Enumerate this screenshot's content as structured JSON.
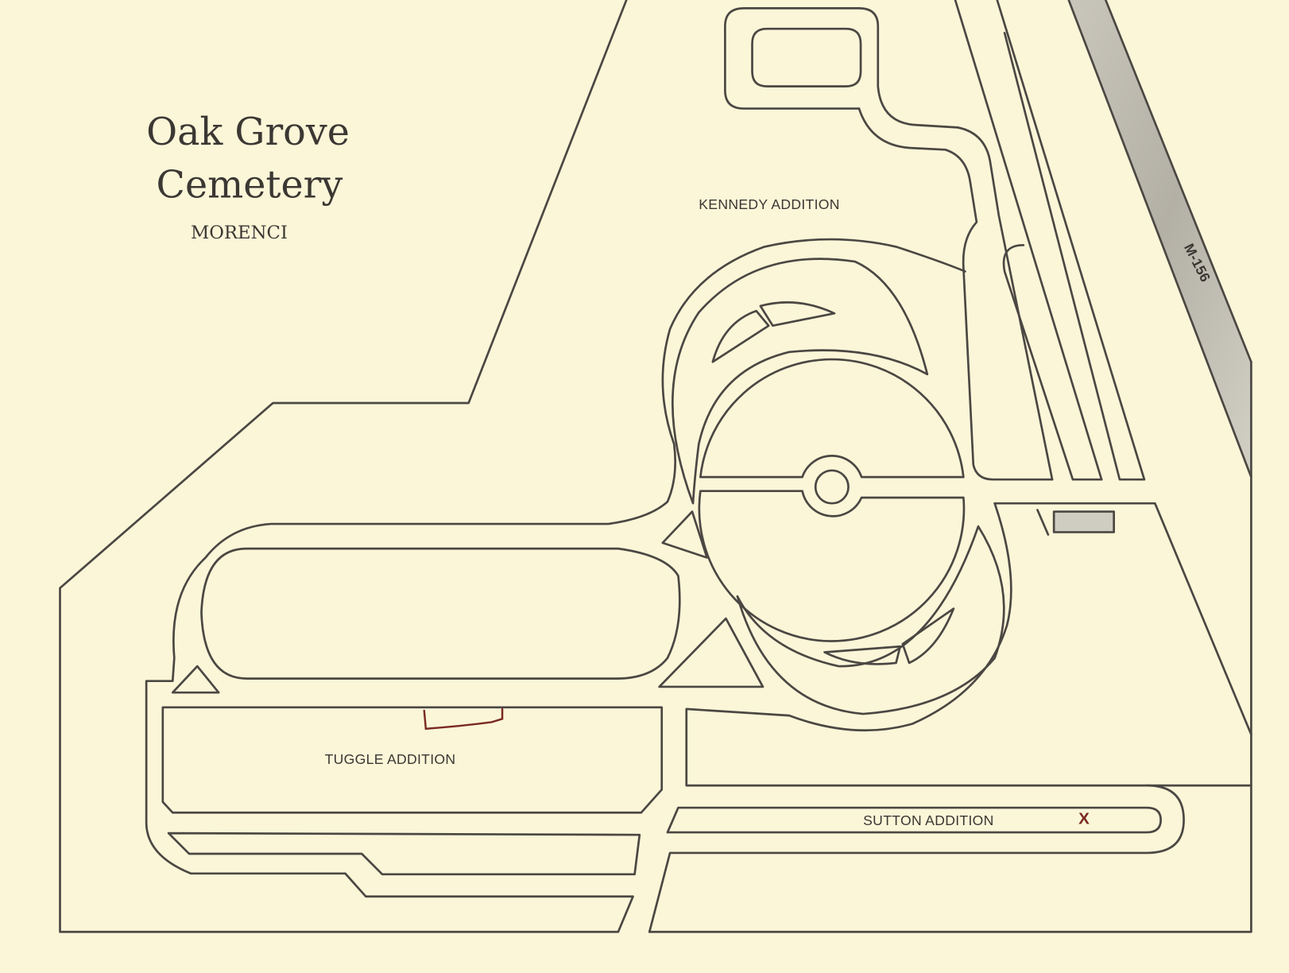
{
  "map": {
    "title_line1": "Oak Grove",
    "title_line2": "Cemetery",
    "subtitle": "MORENCI",
    "sections": {
      "kennedy": "KENNEDY ADDITION",
      "tuggle": "TUGGLE ADDITION",
      "sutton": "SUTTON ADDITION"
    },
    "highway_label": "M-156",
    "marker_label": "X"
  },
  "colors": {
    "paper": "#fbf6d8",
    "line": "#4b4743",
    "highway": "#b9b6ab",
    "annotation": "#7a2a22"
  }
}
